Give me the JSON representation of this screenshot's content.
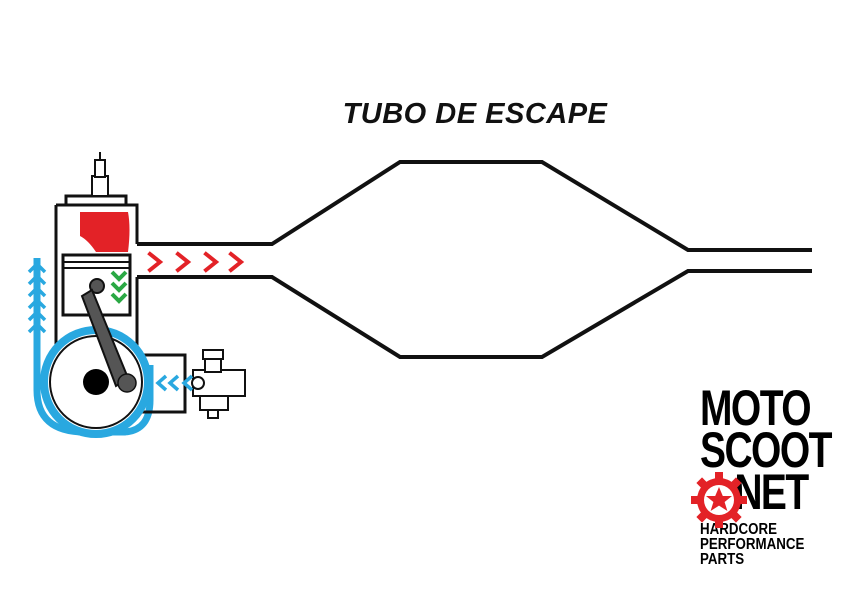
{
  "title": "TUBO DE ESCAPE",
  "logo": {
    "line1": "MOTO",
    "line2": "SCOOT",
    "line3": "NET",
    "tagline": [
      "HARDCORE",
      "PERFORMANCE",
      "PARTS"
    ],
    "accent": "#e32227"
  },
  "colors": {
    "exhaust": "#e32227",
    "intake": "#29a8e0",
    "compression": "#2aa844",
    "outline": "#111111"
  }
}
